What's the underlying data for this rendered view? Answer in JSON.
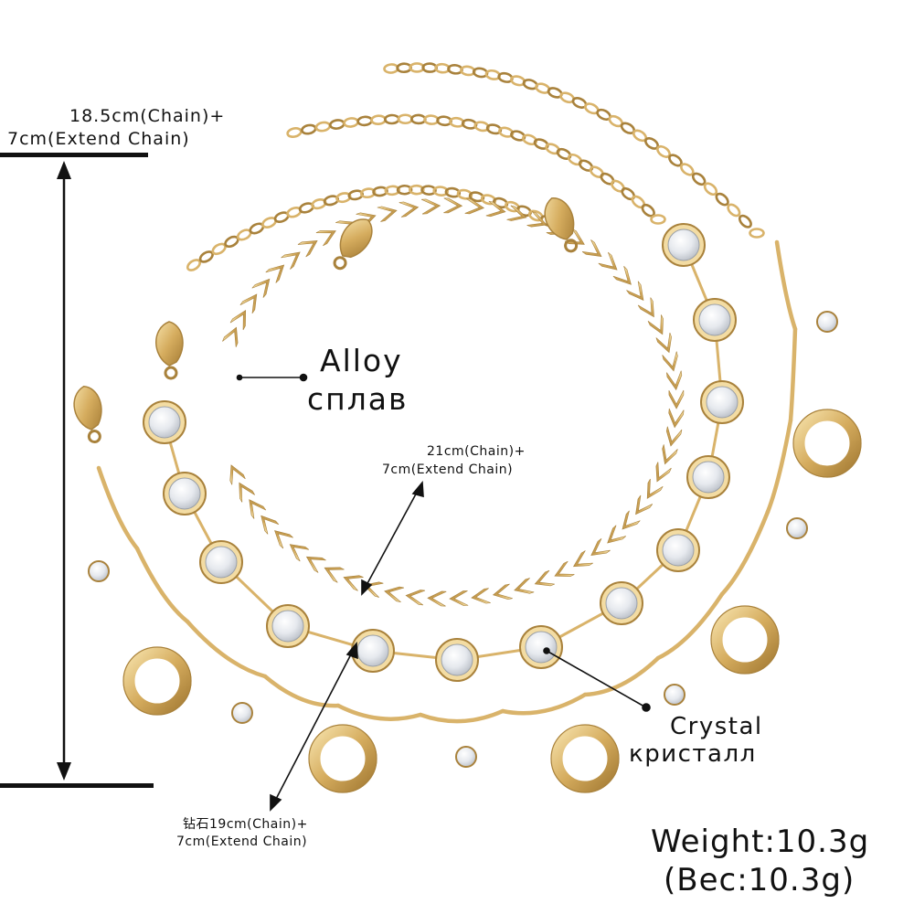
{
  "labels": {
    "total_length_line1": "18.5cm(Chain)+",
    "total_length_line2": "7cm(Extend Chain)",
    "alloy_en": "Alloy",
    "alloy_ru": "сплав",
    "crystal_chain_line1": "21cm(Chain)+",
    "crystal_chain_line2": "7cm(Extend Chain)",
    "crystal_en": "Crystal",
    "crystal_ru": "кристалл",
    "diamond_chain_line1": "钻石19cm(Chain)+",
    "diamond_chain_line2": "7cm(Extend Chain)",
    "weight_line1": "Weight:10.3g",
    "weight_line2": "(Bec:10.3g)"
  },
  "colors": {
    "gold": "#d9b36a",
    "gold_dark": "#a9823c",
    "gold_light": "#f3dca3",
    "crystal": "#eef1f5",
    "line": "#111111"
  }
}
